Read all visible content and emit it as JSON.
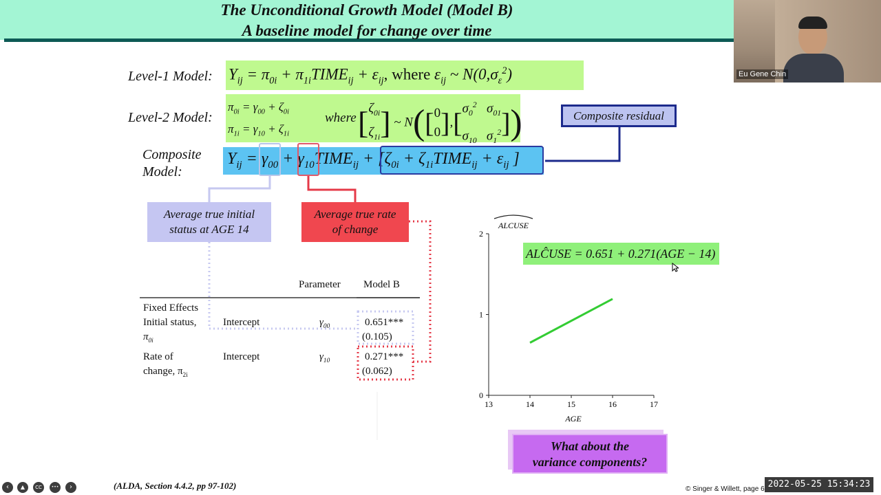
{
  "title": {
    "line1": "The Unconditional Growth Model (Model B)",
    "line2": "A baseline model for change over time"
  },
  "level1": {
    "label": "Level-1 Model:",
    "where": ", where"
  },
  "level2": {
    "label": "Level-2 Model:",
    "where": "where"
  },
  "composite": {
    "label_line1": "Composite",
    "label_line2": "Model:"
  },
  "callouts": {
    "composite_residual": "Composite residual",
    "avg_initial_line1": "Average true initial",
    "avg_initial_line2": "status at AGE 14",
    "avg_rate_line1": "Average true rate",
    "avg_rate_line2": "of change"
  },
  "table": {
    "col_parameter": "Parameter",
    "col_model": "Model B",
    "section_fixed": "Fixed Effects",
    "rows": [
      {
        "label1": "Initial status,",
        "label2": "π",
        "label2_sub": "0i",
        "term": "Intercept",
        "param": "γ",
        "param_sub": "00",
        "estimate": "0.651***",
        "se": "(0.105)"
      },
      {
        "label1": "Rate of",
        "label2": "change, π",
        "label2_sub": "2i",
        "term": "Intercept",
        "param": "γ",
        "param_sub": "10",
        "estimate": "0.271***",
        "se": "(0.062)"
      }
    ]
  },
  "chart_data": {
    "type": "line",
    "ylabel": "ALCUSE",
    "xlabel": "AGE",
    "xlim": [
      13,
      17
    ],
    "ylim": [
      0,
      2
    ],
    "xticks": [
      "13",
      "14",
      "15",
      "16",
      "17"
    ],
    "yticks": [
      "0",
      "1",
      "2"
    ],
    "series": [
      {
        "x": [
          14,
          16
        ],
        "y": [
          0.651,
          1.193
        ],
        "color": "#33cc33"
      }
    ],
    "annotation": "ALĈUSE = 0.651 + 0.271(AGE − 14)",
    "grid": false
  },
  "question": {
    "line1": "What about the",
    "line2": "variance components?"
  },
  "footer": {
    "citation": "(ALDA, Section 4.4.2, pp 97-102)",
    "copyright": "© Singer & Willett, page 6"
  },
  "webcam": {
    "name": "Eu Gene Chin"
  },
  "timestamp": "2022-05-25  15:34:23",
  "controls": {
    "back_icon": "‹",
    "annotate_icon": "▲",
    "cc_icon": "CC",
    "more_icon": "•••",
    "forward_icon": "›"
  },
  "colors": {
    "title_band": "#a3f5d4",
    "equation_green": "#bff98f",
    "composite_blue": "#5cc3f2",
    "residual_border": "#1c2a8c",
    "rate_red": "#f0474f",
    "question_purple": "#c66af0"
  }
}
